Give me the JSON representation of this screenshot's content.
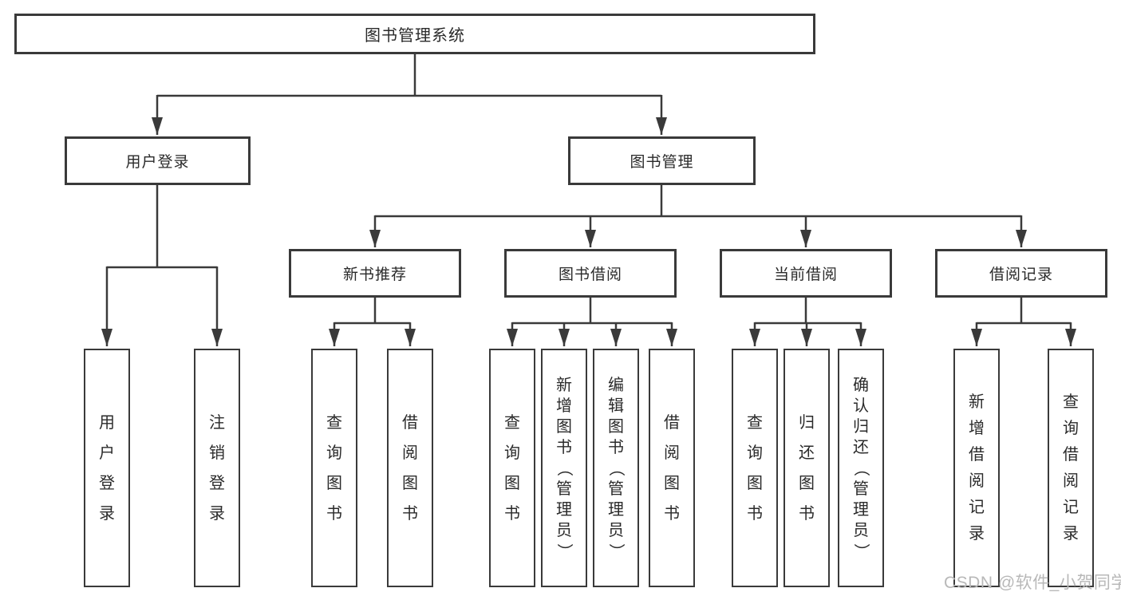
{
  "diagram": {
    "root": "图书管理系统",
    "login": {
      "label": "用户登录",
      "leaves": [
        "用户登录",
        "注销登录"
      ]
    },
    "manage": {
      "label": "图书管理",
      "sections": [
        {
          "label": "新书推荐",
          "leaves": [
            "查询图书",
            "借阅图书"
          ]
        },
        {
          "label": "图书借阅",
          "leaves": [
            "查询图书",
            "新增图书（管理员）",
            "编辑图书（管理员）",
            "借阅图书"
          ]
        },
        {
          "label": "当前借阅",
          "leaves": [
            "查询图书",
            "归还图书",
            "确认归还（管理员）"
          ]
        },
        {
          "label": "借阅记录",
          "leaves": [
            "新增借阅记录",
            "查询借阅记录"
          ]
        }
      ]
    }
  },
  "watermark": "CSDN @软件_小贺同学",
  "colors": {
    "line": "#3a3a3a",
    "box_border": "#3a3a3a",
    "text": "#2a2a2a",
    "watermark": "#b8b8b8",
    "background": "#ffffff"
  }
}
